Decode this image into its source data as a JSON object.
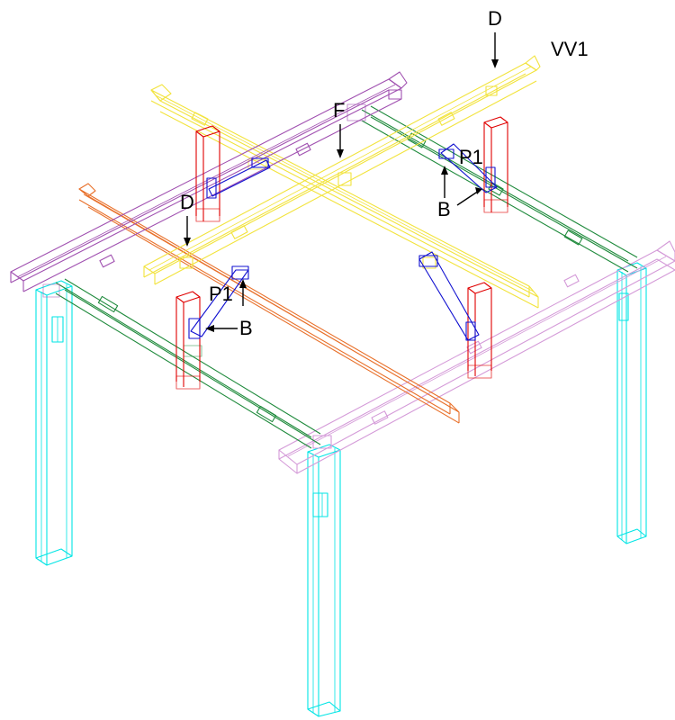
{
  "labels": {
    "d": "D",
    "vv1": "VV1",
    "f": "F",
    "p1": "P1",
    "b": "B"
  },
  "colors": {
    "leg": "#00e5e5",
    "beam_green": "#1f8a3c",
    "beam_purple": "#a050b0",
    "beam_lilac": "#d49ad8",
    "beam_yellow": "#f2e33c",
    "beam_orange": "#e8702a",
    "post_red": "#e00000",
    "brace_blue": "#1010d0"
  },
  "icons": [
    "leader-arrow"
  ]
}
